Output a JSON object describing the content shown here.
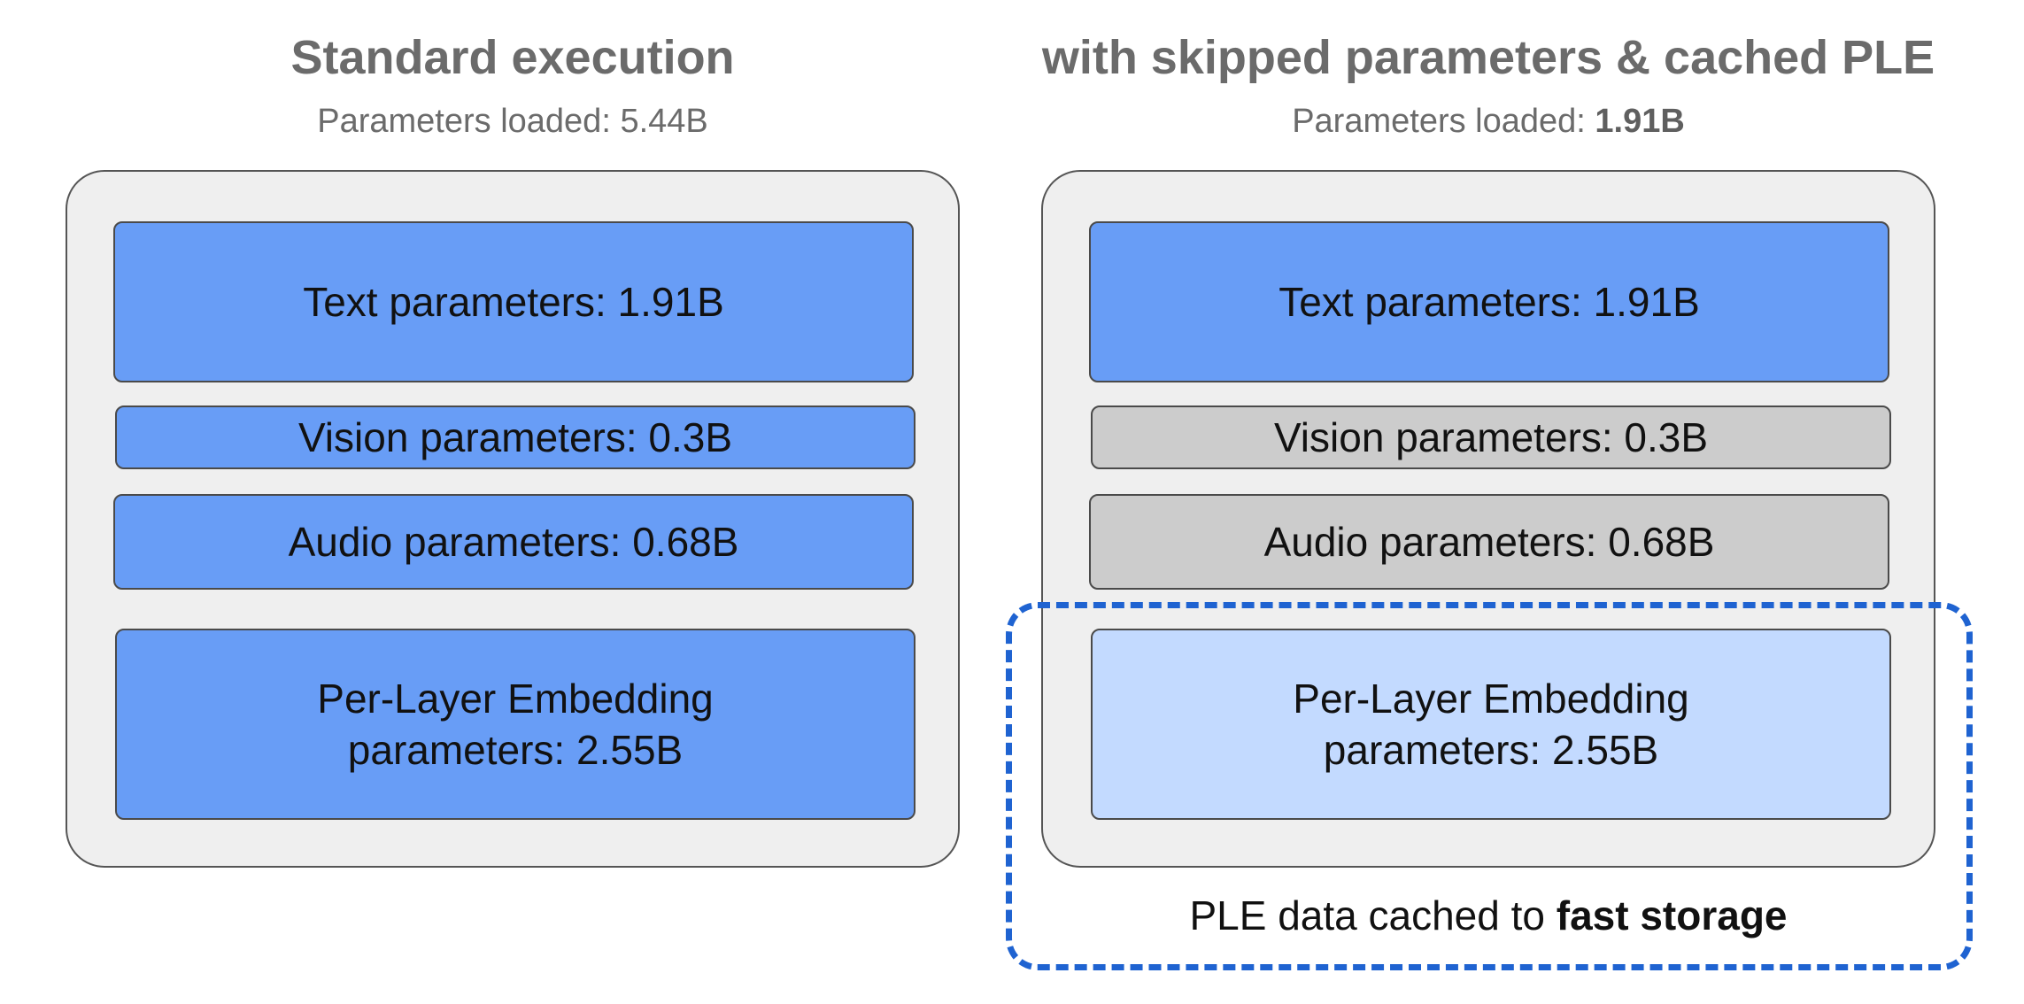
{
  "left": {
    "title": "Standard execution",
    "subtitle_prefix": "Parameters loaded: ",
    "subtitle_value": "5.44B",
    "blocks": {
      "text": "Text parameters: 1.91B",
      "vision": "Vision parameters: 0.3B",
      "audio": "Audio parameters: 0.68B",
      "ple_line1": "Per-Layer Embedding",
      "ple_line2": "parameters: 2.55B"
    }
  },
  "right": {
    "title": "with skipped parameters & cached PLE",
    "subtitle_prefix": "Parameters loaded: ",
    "subtitle_value": "1.91B",
    "blocks": {
      "text": "Text parameters: 1.91B",
      "vision": "Vision parameters: 0.3B",
      "audio": "Audio parameters: 0.68B",
      "ple_line1": "Per-Layer Embedding",
      "ple_line2": "parameters: 2.55B"
    },
    "cache_caption_prefix": "PLE data cached to ",
    "cache_caption_bold": "fast storage"
  },
  "colors": {
    "active_block": "#689df6",
    "skipped_block": "#cccccc",
    "cached_block": "#c3daff",
    "panel_background": "#efefef",
    "cache_outline": "#1f63d1",
    "heading_text": "#6b6b6b"
  }
}
